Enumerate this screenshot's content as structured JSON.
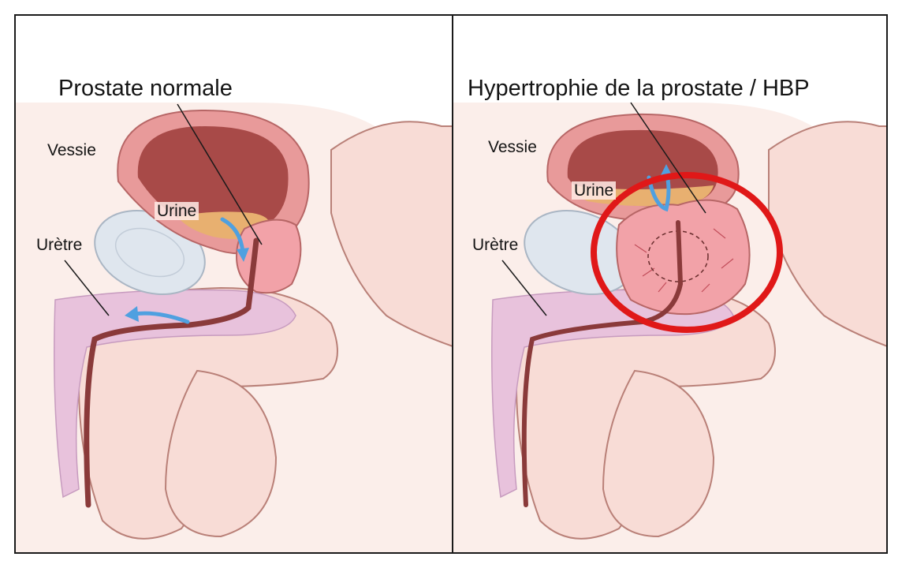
{
  "left_panel": {
    "title": "Prostate normale",
    "labels": {
      "bladder": "Vessie",
      "urine": "Urine",
      "urethra": "Urètre"
    }
  },
  "right_panel": {
    "title": "Hypertrophie de la prostate / HBP",
    "labels": {
      "bladder": "Vessie",
      "urine": "Urine",
      "urethra": "Urètre"
    }
  },
  "colors": {
    "skin": "#f8dcd6",
    "skin_outline": "#b98078",
    "bladder_wall": "#e89a9a",
    "bladder_inner": "#a84a48",
    "urine": "#e8b070",
    "prostate": "#f2a2a8",
    "urethra": "#8a3a3a",
    "spongy_tissue": "#e8c2dc",
    "pubic_bone": "#dfe6ee",
    "flow_arrow": "#4fa0e0",
    "highlight_circle": "#e01818"
  },
  "icons": {
    "flow_arrows": "flow-arrow-icon",
    "highlight": "highlight-circle-icon"
  }
}
